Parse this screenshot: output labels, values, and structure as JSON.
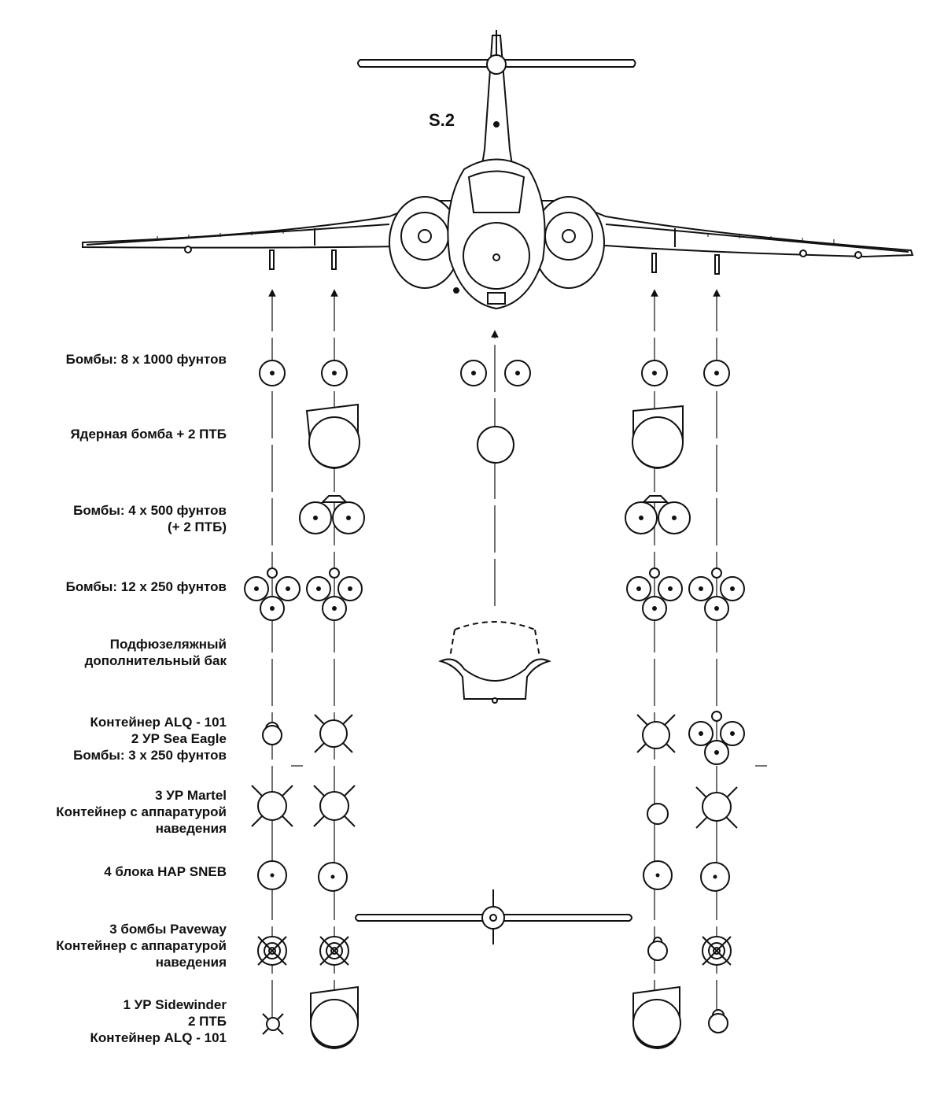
{
  "designation": "S.2",
  "configurations": [
    {
      "id": "bombs-1000",
      "lines": [
        "Бомбы: 8 х 1000 фунтов"
      ]
    },
    {
      "id": "nuclear",
      "lines": [
        "Ядерная бомба + 2 ПТБ"
      ]
    },
    {
      "id": "bombs-500",
      "lines": [
        "Бомбы: 4 х 500 фунтов",
        "(+ 2 ПТБ)"
      ]
    },
    {
      "id": "bombs-250",
      "lines": [
        "Бомбы: 12 х 250 фунтов"
      ]
    },
    {
      "id": "ventral-tank",
      "lines": [
        "Подфюзеляжный",
        "дополнительный бак"
      ]
    },
    {
      "id": "sea-eagle",
      "lines": [
        "Контейнер ALQ - 101",
        "2 УР Sea Eagle",
        "Бомбы: 3 х 250 фунтов"
      ]
    },
    {
      "id": "martel",
      "lines": [
        "3 УР Martel",
        "Контейнер с аппаратурой",
        "наведения"
      ]
    },
    {
      "id": "sneb",
      "lines": [
        "4 блока НАР SNEB"
      ]
    },
    {
      "id": "paveway",
      "lines": [
        "3 бомбы Paveway",
        "Контейнер с аппаратурой",
        "наведения"
      ]
    },
    {
      "id": "sidewinder",
      "lines": [
        "1 УР Sidewinder",
        "2 ПТБ",
        "Контейнер ALQ - 101"
      ]
    }
  ]
}
